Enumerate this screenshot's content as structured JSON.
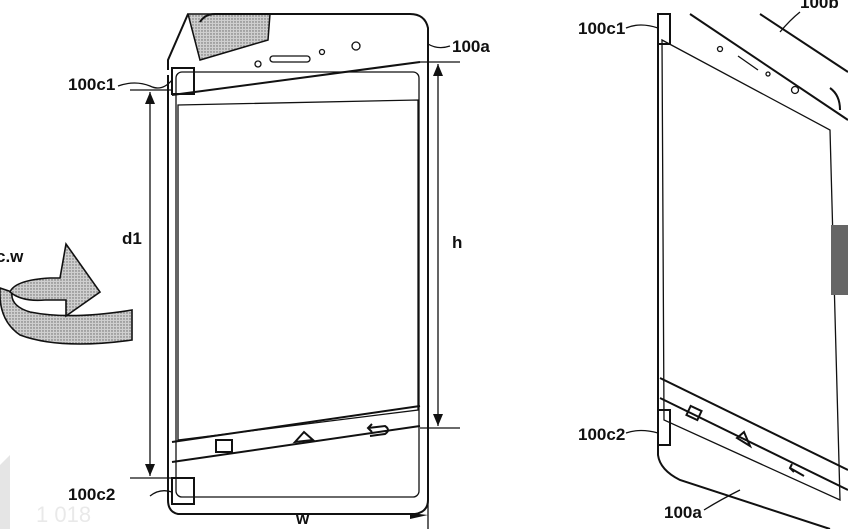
{
  "labels": {
    "c1_left": "100c1",
    "c2_left": "100c2",
    "a_left": "100a",
    "d1": "d1",
    "h": "h",
    "w": "w",
    "cw": "c.w",
    "c1_right": "100c1",
    "c2_right": "100c2",
    "a_right": "100a",
    "b_right": "100b"
  },
  "watermark": "1 018"
}
